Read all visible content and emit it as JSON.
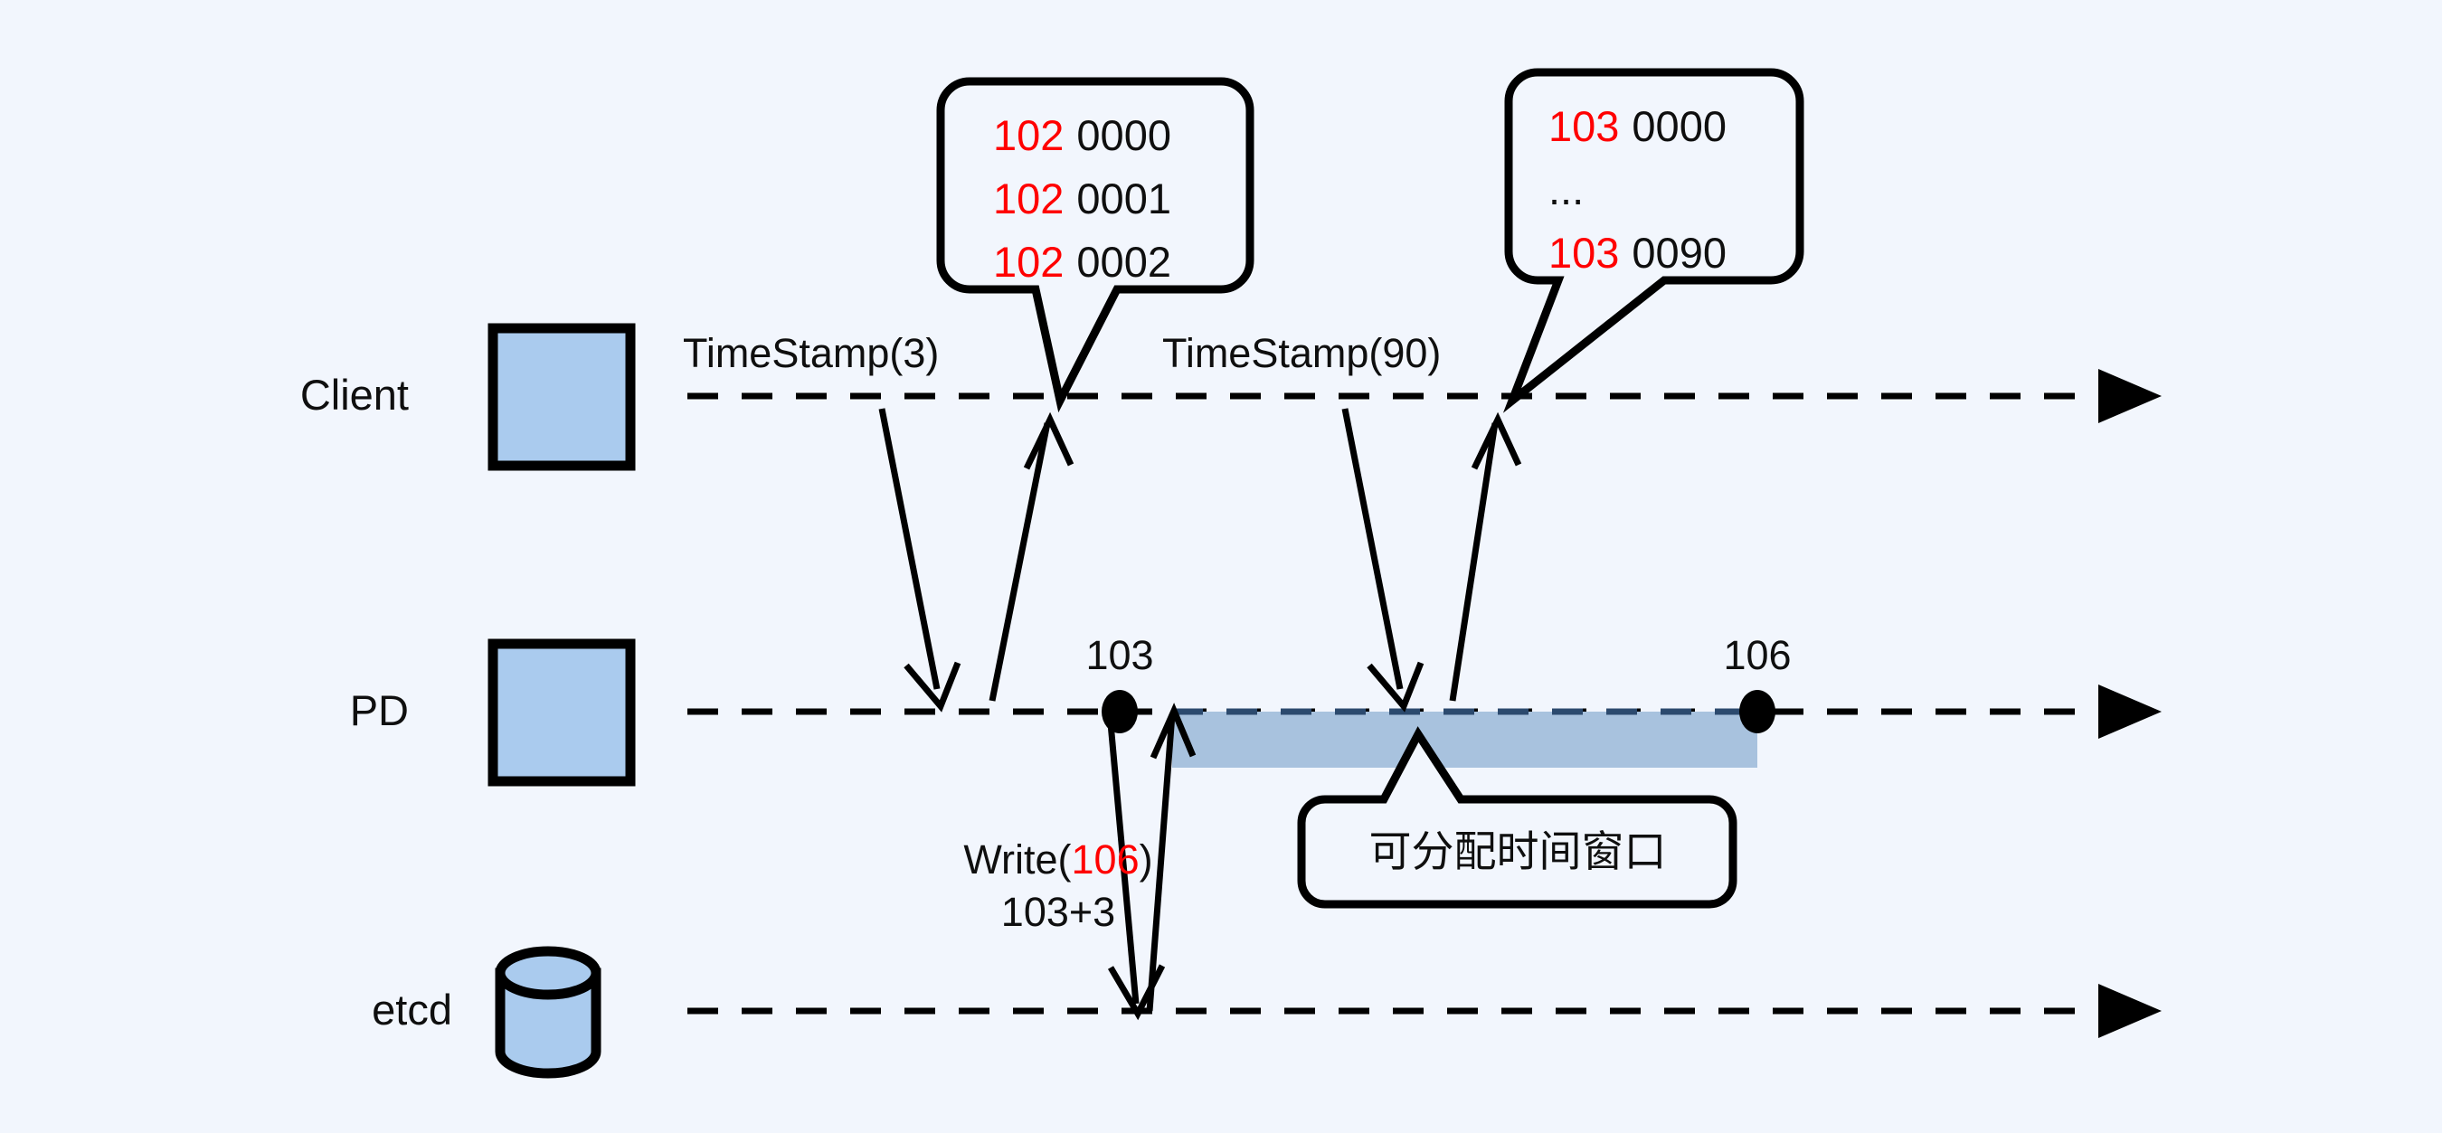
{
  "diagram": {
    "title": "PD TSO allocation sequence",
    "background_color": "#f2f6fd",
    "accent_color": "#aacbee",
    "band_color": "#a8c2de",
    "highlight_color": "#ff0000"
  },
  "lanes": [
    {
      "label": "Client",
      "shape": "rect"
    },
    {
      "label": "PD",
      "shape": "rect"
    },
    {
      "label": "etcd",
      "shape": "cylinder"
    }
  ],
  "requests": [
    {
      "label": "TimeStamp(3)"
    },
    {
      "label": "TimeStamp(90)"
    }
  ],
  "bubbles": [
    {
      "lines": [
        {
          "prefix": "102",
          "suffix": "0000"
        },
        {
          "prefix": "102",
          "suffix": "0001"
        },
        {
          "prefix": "102",
          "suffix": "0002"
        }
      ]
    },
    {
      "lines": [
        {
          "prefix": "103",
          "suffix": "0000"
        },
        {
          "prefix": "...",
          "suffix": ""
        },
        {
          "prefix": "103",
          "suffix": "0090"
        }
      ]
    }
  ],
  "markers": [
    {
      "label": "103"
    },
    {
      "label": "106"
    }
  ],
  "write_op": {
    "prefix": "Write(",
    "value": "106",
    "suffix": ")",
    "detail": "103+3"
  },
  "window_callout": {
    "label": "可分配时间窗口"
  }
}
